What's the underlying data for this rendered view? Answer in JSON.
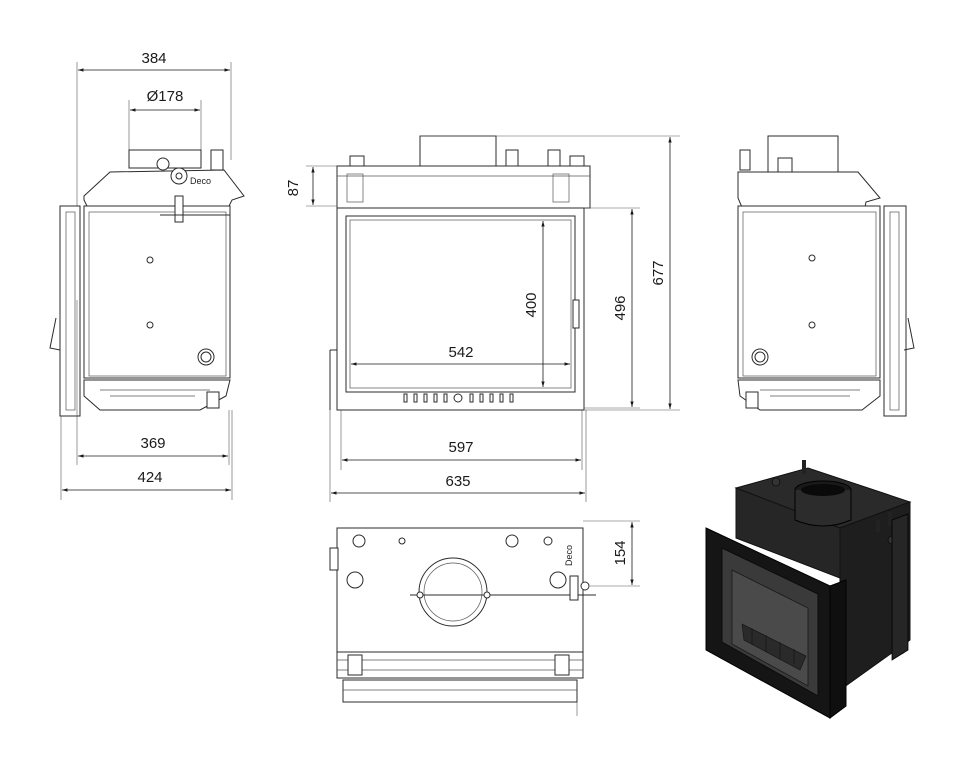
{
  "dimensions": {
    "side_width": "384",
    "flue_diameter": "Ø178",
    "front_top_offset": "87",
    "glass_height": "400",
    "frame_height": "496",
    "total_height": "677",
    "glass_width": "542",
    "side_depth_inner": "369",
    "side_depth_outer": "424",
    "frame_width": "597",
    "total_width": "635",
    "flue_offset": "154"
  },
  "labels": {
    "brand_side": "Deco",
    "brand_top": "Deco"
  },
  "colors": {
    "line": "#2b2b2b",
    "body_3d": "#1c1c1c",
    "body_3d_light": "#3a3a3a"
  }
}
